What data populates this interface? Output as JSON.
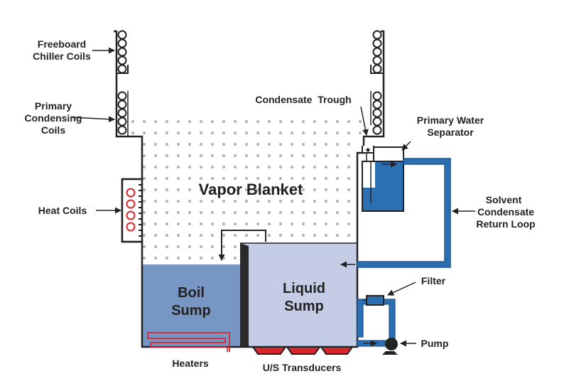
{
  "labels": {
    "freeboard_1": "Freeboard",
    "freeboard_2": "Chiller Coils",
    "primary_cond_1": "Primary",
    "primary_cond_2": "Condensing",
    "primary_cond_3": "Coils",
    "heat_coils": "Heat Coils",
    "condensate_trough": "Condensate  Trough",
    "water_sep_1": "Primary Water",
    "water_sep_2": "Separator",
    "return_1": "Solvent",
    "return_2": "Condensate",
    "return_3": "Return Loop",
    "filter": "Filter",
    "pump": "Pump",
    "heaters": "Heaters",
    "transducers": "U/S Transducers",
    "vapor_blanket": "Vapor Blanket",
    "boil_1": "Boil",
    "boil_2": "Sump",
    "liquid_1": "Liquid",
    "liquid_2": "Sump"
  },
  "colors": {
    "outline": "#222222",
    "vapor_dot": "#b3b3b3",
    "boil_sump": "#7796c4",
    "liquid_sump": "#c5cde6",
    "water": "#2d6fb3",
    "water_dark": "#1f5592",
    "heater": "#d8262e",
    "divider": "#2a2a2a",
    "pump": "#222222"
  }
}
